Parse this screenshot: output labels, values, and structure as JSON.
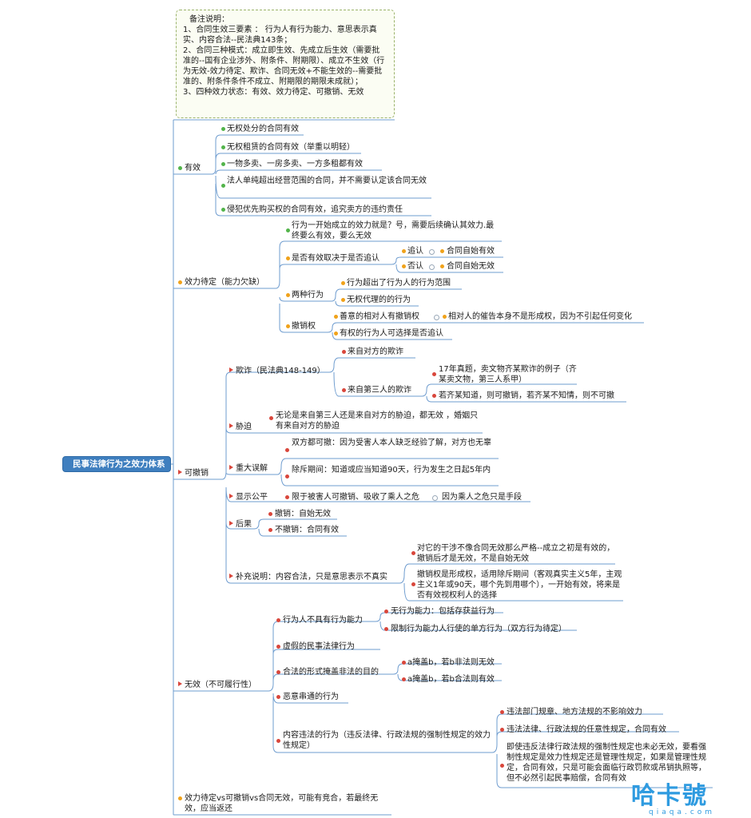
{
  "note": {
    "title": "备注说明：",
    "line1": "1、合同生效三要素 ： 行为人有行为能力、意思表示真实、内容合法--民法典143条；",
    "line2": "2、合同三种模式：成立即生效、先成立后生效（需要批准的--国有企业涉外、附条件、附期限）、成立不生效（行为无效-效力待定、欺诈、合同无效+不能生效的--需要批准的、附条件条件不成立、附期限的期限未成就）；",
    "line3": "3、四种效力状态：有效、效力待定、可撤销、无效"
  },
  "root": "民事法律行为之效力体系",
  "youxiao": {
    "label": "有效",
    "items": [
      "无权处分的合同有效",
      "无权租赁的合同有效（举重以明轻）",
      "一物多卖、一房多卖、一方多租都有效",
      "法人单纯超出经营范围的合同，并不需要认定该合同无效",
      "侵犯优先购买权的合同有效，追究卖方的违约责任"
    ]
  },
  "daiding": {
    "label": "效力待定（能力欠缺）",
    "intro": "行为一开始成立的效力就是？号，需要后续确认其效力.最终要么有效，要么无效",
    "zhuiren": "是否有效取决于是否追认",
    "zr_yes": "追认",
    "zr_yes_res": "合同自始有效",
    "zr_no": "否认",
    "zr_no_res": "合同自始无效",
    "liangzhong": "两种行为",
    "lz1": "行为超出了行为人的行为范围",
    "lz2": "无权代理的的行为",
    "chexiao": "撤销权",
    "cx1": "善意的相对人有撤销权",
    "cx1_note": "相对人的催告本身不是形成权，因为不引起任何变化",
    "cx2": "有权的行为人可选择是否追认"
  },
  "kechexiao": {
    "label": "可撤销",
    "qizha": "欺诈（民法典148-149）",
    "qz1": "来自对方的欺诈",
    "qz2": "来自第三人的欺诈",
    "qz2a": "17年真题，卖文物齐某欺诈的例子（齐某卖文物，第三人系甲）",
    "qz2b": "若齐某知道，则可撤销，若齐某不知情，则不可撤",
    "xiepo": "胁迫",
    "xp1": "无论是来自第三人还是来自对方的胁迫，都无效 ，婚姻只有来自对方的胁迫",
    "wujie": "重大误解",
    "wj1": "双方都可撤：因为受害人本人缺乏经验了解，对方也无辜",
    "wj2": "除斥期间：知道或应当知道90天，行为发生之日起5年内",
    "gongping": "显示公平",
    "gp1": "限于被害人可撤销、吸收了乘人之危",
    "gp1_note": "因为乘人之危只是手段",
    "houguo": "后果",
    "hg1": "撤销：自始无效",
    "hg2": "不撤销：合同有效",
    "buchong": "补充说明：内容合法，只是意思表示不真实",
    "bc1": "对它的干涉不像合同无效那么严格--成立之初是有效的，撤销后才是无效，不是自始无效",
    "bc2": "撤销权是形成权，适用除斥期间（客观真实主义5年，主观主义1年或90天，哪个先到用哪个），一开始有效，将来是否有效视权利人的选择"
  },
  "wuxiao": {
    "label": "无效（不可履行性）",
    "nengli": "行为人不具有行为能力",
    "nl1": "无行为能力：包括存获益行为",
    "nl2": "限制行为能力人行使的单方行为（双方行为待定）",
    "xujia": "虚假的民事法律行为",
    "yangai": "合法的形式掩盖非法的目的",
    "yg1": "a掩盖b，若b非法则无效",
    "yg2": "a掩盖b，若b合法则有效",
    "chuantong": "恶意串通的行为",
    "weifa": "内容违法的行为（违反法律、行政法规的强制性规定的效力性规定）",
    "wf1": "违法部门规章、地方法规的不影响效力",
    "wf2": "违法法律、行政法规的任意性规定，合同有效",
    "wf3": "即使违反法律行政法规的强制性规定也未必无效，要看强制性规定是效力性规定还是管理性规定，如果是管理性规定，合同有效，只是可能会面临行政罚款或吊销执照等，但不必然引起民事赔偿，合同有效"
  },
  "jinghe": "效力待定vs可撤销vs合同无效，可能有竞合，若最终无效，应当返还",
  "watermark": {
    "big": "哈卡號",
    "small": "qiaqa.com"
  },
  "colors": {
    "root": "#3f7fbf",
    "line": "#6e9ccf",
    "green": "#52b44a",
    "orange": "#f0a21a",
    "red": "#d9463b"
  }
}
